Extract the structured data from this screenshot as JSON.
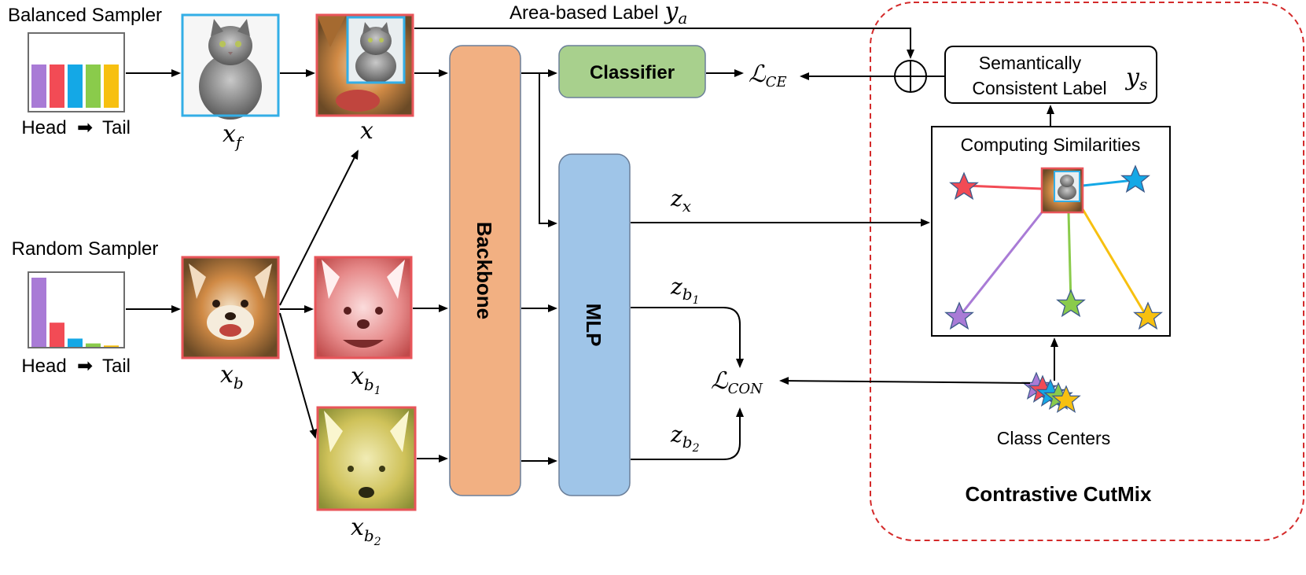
{
  "title_balanced": "Balanced Sampler",
  "title_random": "Random Sampler",
  "head_label": "Head",
  "tail_label": "Tail",
  "arrow_glyph": "➡",
  "label_area": "Area-based Label",
  "math_ya": "y",
  "math_ya_sub": "a",
  "label_semantic_line1": "Semantically",
  "label_semantic_line2": "Consistent Label",
  "math_ys": "y",
  "math_ys_sub": "s",
  "label_classifier": "Classifier",
  "label_backbone": "Backbone",
  "label_mlp": "MLP",
  "loss_ce": "ℒ",
  "loss_ce_sub": "CE",
  "loss_con": "ℒ",
  "loss_con_sub": "CON",
  "label_computing": "Computing Similarities",
  "label_class_centers": "Class Centers",
  "label_contrastive": "Contrastive CutMix",
  "var_xf": "x",
  "var_xf_sub": "f",
  "var_x": "x",
  "var_xb": "x",
  "var_xb_sub": "b",
  "var_xb1": "x",
  "var_xb1_sub": "b",
  "var_xb1_subsub": "1",
  "var_xb2": "x",
  "var_xb2_sub": "b",
  "var_xb2_subsub": "2",
  "var_zx": "z",
  "var_zx_sub": "x",
  "var_zb1": "z",
  "var_zb1_sub": "b",
  "var_zb1_subsub": "1",
  "var_zb2": "z",
  "var_zb2_sub": "b",
  "var_zb2_subsub": "2",
  "colors": {
    "purple": "#a97bd6",
    "red": "#f24b55",
    "blue": "#14a8e6",
    "green": "#8acb4b",
    "yellow": "#f7c010",
    "backbone": "#f2b082",
    "mlp": "#9fc5e8",
    "classifier": "#a8d08d",
    "dashed_border": "#d42a2a",
    "image_border_red": "#e8555a",
    "image_border_blue": "#33aee6"
  },
  "chart_balanced": {
    "type": "bar",
    "values": [
      1,
      1,
      1,
      1,
      1
    ]
  },
  "chart_random": {
    "type": "bar",
    "values": [
      1.0,
      0.35,
      0.12,
      0.05,
      0.02
    ]
  }
}
